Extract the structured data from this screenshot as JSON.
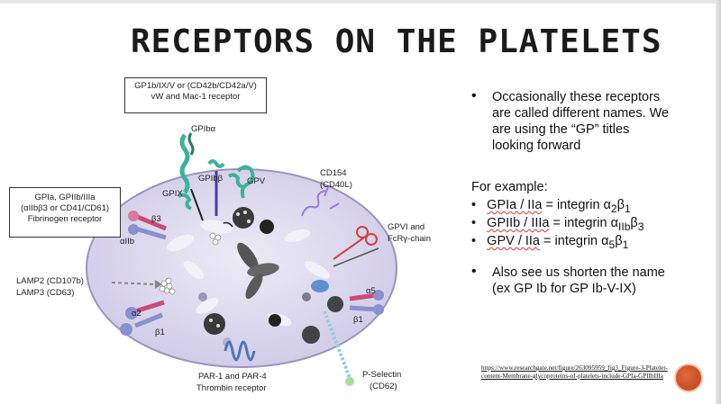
{
  "slide": {
    "title": "RECEPTORS ON THE PLATELETS",
    "colors": {
      "cell_fill": "#dcd8ec",
      "cell_edge": "#9a94bf",
      "accent": "#c9461f"
    }
  },
  "diagram": {
    "gp1b_box": {
      "line1": "GP1b/IX/V or (CD42b/CD42a/V)",
      "line2": "vW and Mac-1 receptor"
    },
    "gpia_box": {
      "line1": "GPIa, GPIIb/IIIa",
      "line2": "(αIIbβ3 or CD41/CD61)",
      "line3": "Fibrinogen receptor"
    },
    "labels": {
      "gpiba": "GPIbα",
      "gpibb": "GPIbβ",
      "gpix": "GPIX",
      "gpv": "GPV",
      "cd154": "CD154",
      "cd40l": "(CD40L)",
      "gpvi_1": "GPVI and",
      "gpvi_2": "FcRγ-chain",
      "beta3": "β3",
      "alpha2b": "αIIb",
      "lamp2": "LAMP2 (CD107b)",
      "lamp3": "LAMP3 (CD63)",
      "alpha2": "α2",
      "beta1_left": "β1",
      "alpha5": "α5",
      "beta1_right": "β1",
      "par_1": "PAR-1 and PAR-4",
      "par_2": "Thrombin receptor",
      "psel_1": "P-Selectin",
      "psel_2": "(CD62)"
    }
  },
  "text": {
    "bullet1_lines": [
      "Occasionally these receptors",
      "are called different names. We",
      "are using the “GP” titles",
      "looking forward"
    ],
    "for_example": "For example:",
    "examples": [
      {
        "lhs": "GPIa / IIa",
        "rhs": "= integrin α",
        "sub1": "2",
        "mid": "β",
        "sub2": "1"
      },
      {
        "lhs": "GPIIb / IIIa",
        "rhs": "= integrin α",
        "sub1": "IIb",
        "mid": "β",
        "sub2": "3"
      },
      {
        "lhs": "GPV / IIa",
        "rhs": "= integrin α",
        "sub1": "5",
        "mid": "β",
        "sub2": "1"
      }
    ],
    "bullet2_lines": [
      "Also see us shorten the name",
      "(ex GP Ib for GP Ib-V-IX)"
    ],
    "bullet_char": "•"
  },
  "reference": {
    "url": "https://www.researchgate.net/figure/263095959_fig3_Figure-3-Platelet-content-Membrane-glycoproteins-of-platelets-include-GPIa-GPIIbIIIa"
  }
}
